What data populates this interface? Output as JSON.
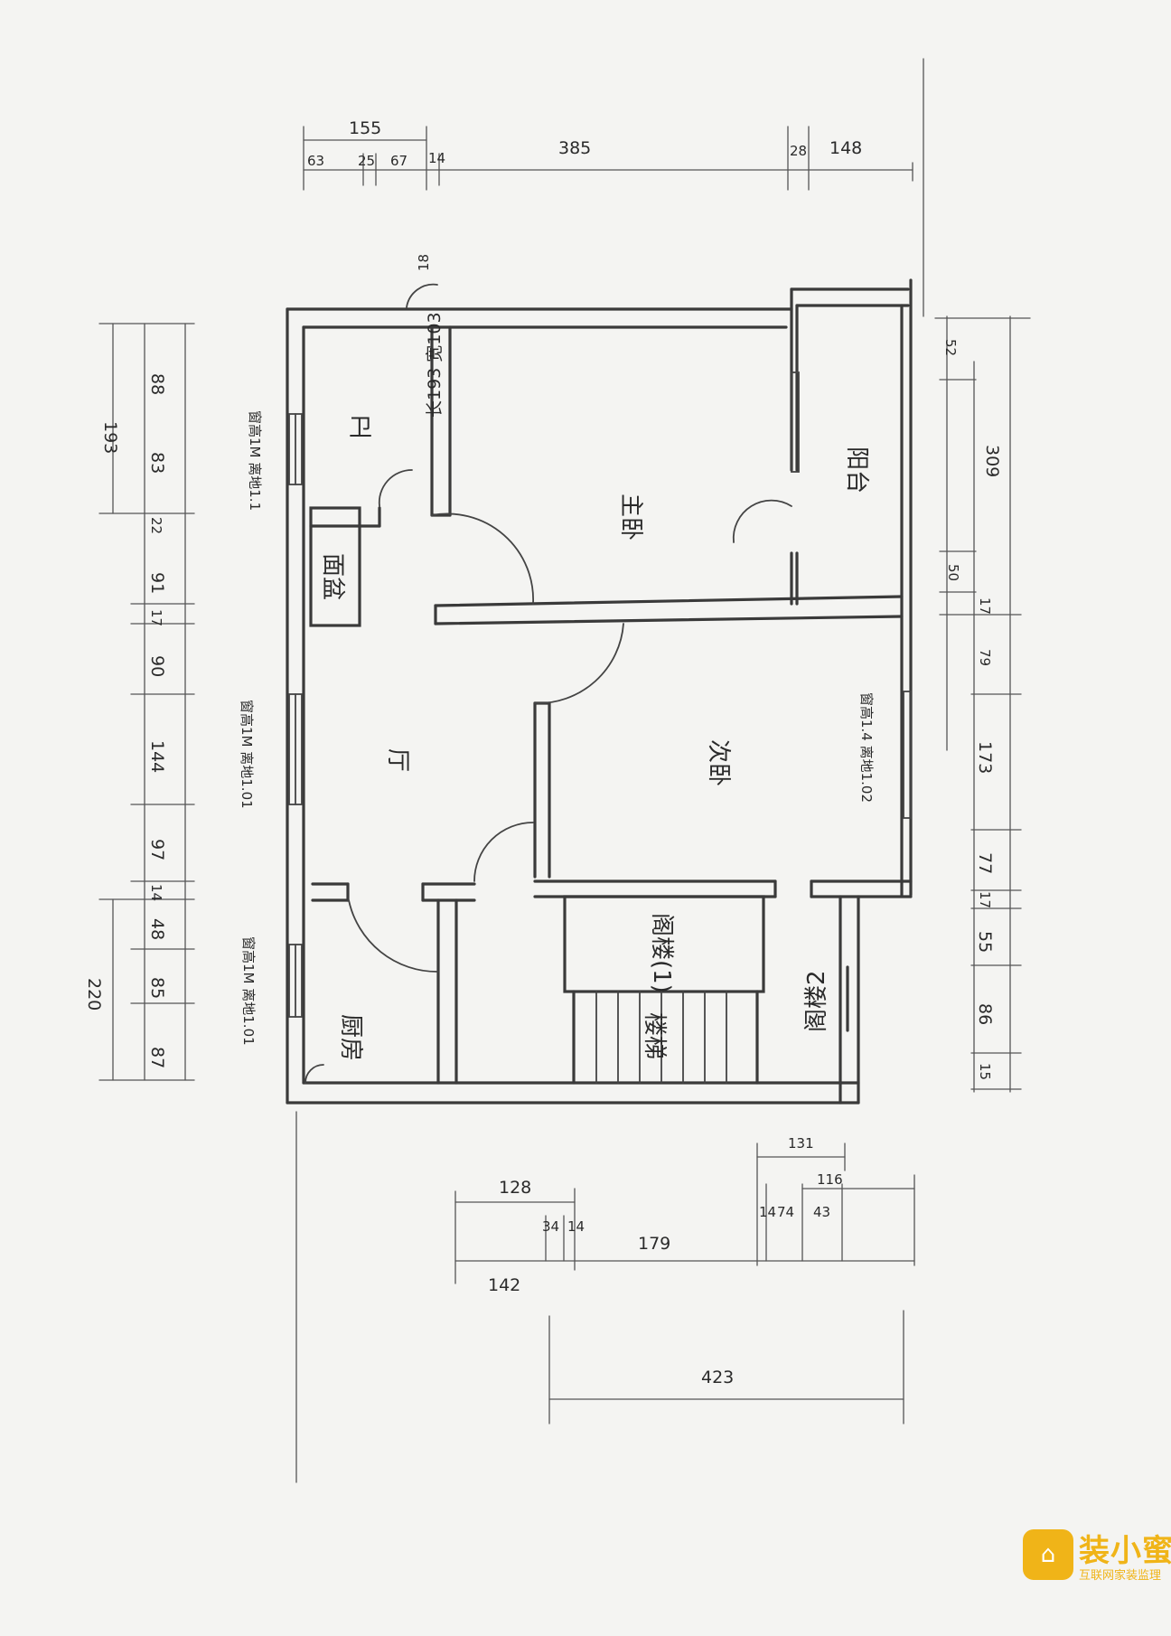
{
  "rooms": {
    "bathroom": "卫",
    "master_bedroom": "主卧",
    "balcony": "阳台",
    "living_room": "厅",
    "second_bedroom": "次卧",
    "kitchen": "厨房",
    "stair1": "阁楼(1)",
    "stair2": "阁楼2",
    "stairs": "楼梯",
    "basin": "面盆",
    "bath_note": "长193 宽103"
  },
  "windows": {
    "bath_window": "窗高1M 离地1.1",
    "living_window": "窗高1M 离地1.01",
    "kitchen_window": "窗高1M 离地1.01",
    "bedroom_window": "窗高1.4 离地1.02"
  },
  "dimensions": {
    "top": [
      "155",
      "63",
      "25",
      "67",
      "14",
      "385",
      "28",
      "148"
    ],
    "door_arc": "18",
    "left": [
      "193",
      "88",
      "83",
      "22",
      "91",
      "17",
      "90",
      "144",
      "97",
      "14",
      "48",
      "220",
      "85",
      "87"
    ],
    "right": [
      "52",
      "309",
      "50",
      "17",
      "79",
      "173",
      "77",
      "17",
      "55",
      "86",
      "15"
    ],
    "bottom": [
      "128",
      "34",
      "14",
      "142",
      "179",
      "131",
      "116",
      "14",
      "74",
      "43",
      "423"
    ]
  },
  "watermark": {
    "brand": "装小蜜",
    "tagline": "互联网家装监理",
    "icon": "bee-house-icon"
  }
}
